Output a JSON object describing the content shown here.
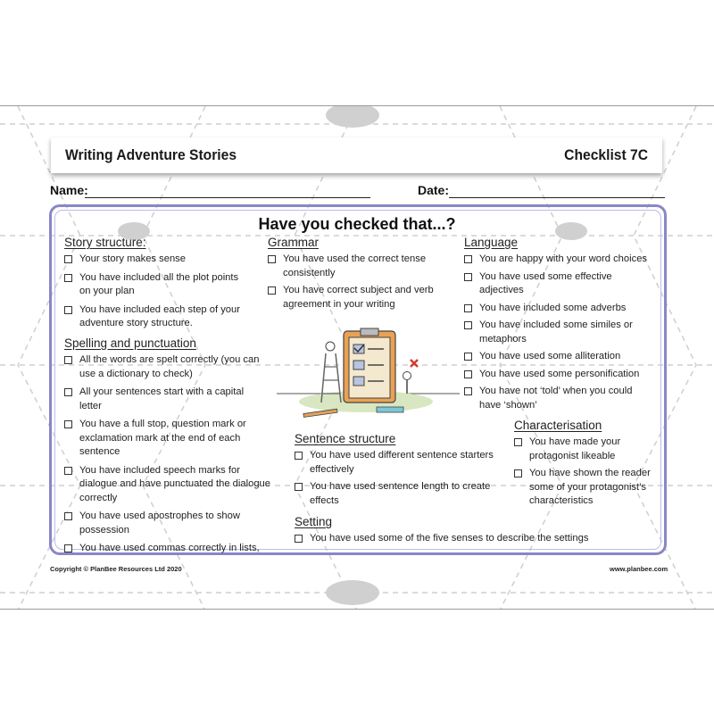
{
  "header": {
    "title": "Writing Adventure Stories",
    "checklist_id": "Checklist 7C"
  },
  "fields": {
    "name_label": "Name:",
    "date_label": "Date:"
  },
  "panel": {
    "heading": "Have you checked that...?"
  },
  "sections": {
    "story_structure": {
      "title": "Story structure:",
      "items": [
        [
          "Your story makes sense"
        ],
        [
          "You have included all the plot points",
          "on your plan"
        ],
        [
          "You have included each step of your",
          "adventure story structure."
        ]
      ]
    },
    "spelling": {
      "title": "Spelling and punctuation",
      "items": [
        [
          "All the words are spelt correctly (you can",
          "use a dictionary to check)"
        ],
        [
          "All your sentences start with a capital",
          "letter"
        ],
        [
          "You have a full stop, question mark or",
          "exclamation mark at the end of each",
          "sentence"
        ],
        [
          "You have included speech marks for",
          "dialogue and have punctuated the dialogue",
          "correctly"
        ],
        [
          "You have used apostrophes to show",
          "possession"
        ],
        [
          "You have used commas correctly in lists,"
        ]
      ]
    },
    "grammar": {
      "title": "Grammar",
      "items": [
        [
          "You have used the correct tense",
          "consistently"
        ],
        [
          "You have correct subject and verb",
          "agreement in your writing"
        ]
      ]
    },
    "sentence_structure": {
      "title": "Sentence structure",
      "items": [
        [
          "You have used different sentence starters",
          "effectively"
        ],
        [
          "You have used sentence length to create",
          "effects"
        ]
      ]
    },
    "setting": {
      "title": "Setting",
      "items": [
        [
          "You have used some of the five senses to describe the settings"
        ]
      ]
    },
    "language": {
      "title": "Language",
      "items": [
        [
          "You are happy with your word choices"
        ],
        [
          "You have used some effective",
          "adjectives"
        ],
        [
          "You have included some adverbs"
        ],
        [
          "You have included some similes or",
          "metaphors"
        ],
        [
          "You have used some alliteration"
        ],
        [
          "You have used some personification"
        ],
        [
          "You have not ‘told’ when you could",
          "have ‘shown’"
        ]
      ]
    },
    "characterisation": {
      "title": "Characterisation",
      "items": [
        [
          "You have made your",
          "protagonist likeable"
        ],
        [
          "You have shown the reader",
          "some of your protagonist’s",
          "characteristics"
        ]
      ]
    }
  },
  "footer": {
    "copyright": "Copyright © PlanBee Resources Ltd 2020",
    "website": "www.planbee.com"
  },
  "colors": {
    "panel_border": "#8887c9",
    "watermark": "#c8c8c8"
  }
}
